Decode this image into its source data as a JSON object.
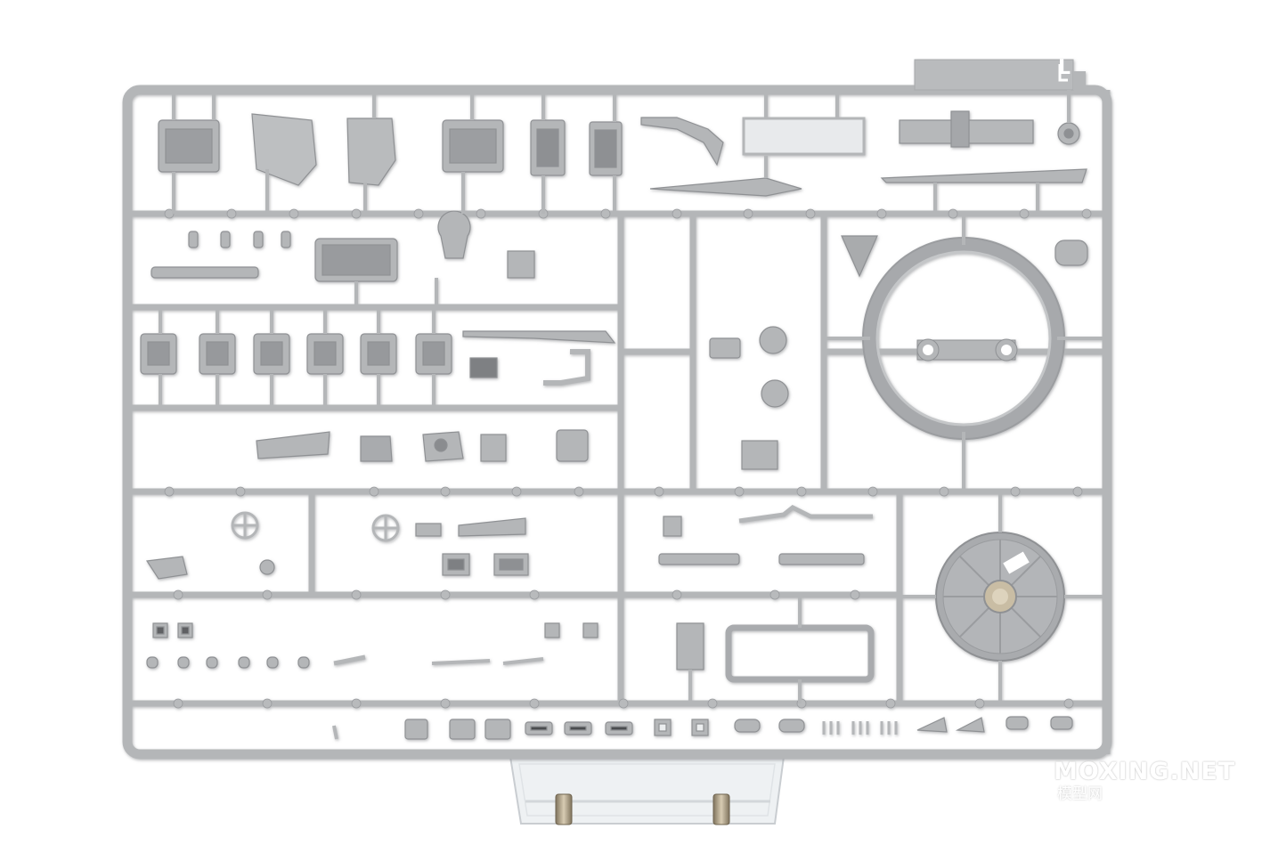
{
  "photo": {
    "subject": "plastic model kit sprue",
    "colors": {
      "background": "#ffffff",
      "plastic": "#b4b6b8",
      "plastic_dark": "#8f9194",
      "plastic_light": "#c8cacc",
      "clear_stand": "#e9ecee",
      "metal_clip": "#a08f72"
    }
  },
  "sprue_tag": {
    "letter": "L"
  },
  "watermark": {
    "site": "MOXING.NET",
    "chinese": "模型网"
  }
}
